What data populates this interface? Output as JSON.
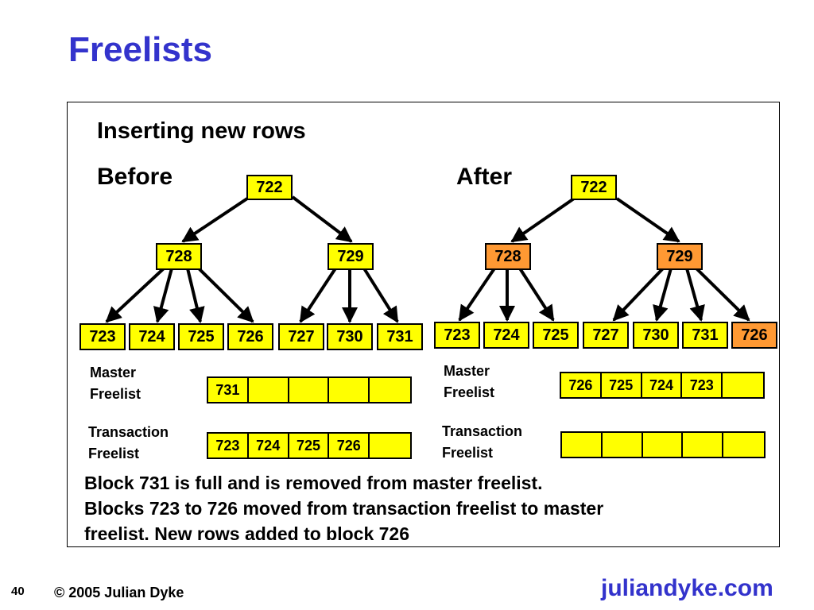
{
  "title": "Freelists",
  "subtitle": "Inserting new rows",
  "before": {
    "heading": "Before",
    "root": "722",
    "branches": [
      "728",
      "729"
    ],
    "leaves": [
      "723",
      "724",
      "725",
      "726",
      "727",
      "730",
      "731"
    ],
    "master_label_1": "Master",
    "master_label_2": "Freelist",
    "master_freelist": [
      "731",
      "",
      "",
      "",
      ""
    ],
    "txn_label_1": "Transaction",
    "txn_label_2": "Freelist",
    "transaction_freelist": [
      "723",
      "724",
      "725",
      "726",
      ""
    ]
  },
  "after": {
    "heading": "After",
    "root": "722",
    "branches": [
      "728",
      "729"
    ],
    "leaves": [
      "723",
      "724",
      "725",
      "727",
      "730",
      "731",
      "726"
    ],
    "master_label_1": "Master",
    "master_label_2": "Freelist",
    "master_freelist": [
      "726",
      "725",
      "724",
      "723",
      ""
    ],
    "txn_label_1": "Transaction",
    "txn_label_2": "Freelist",
    "transaction_freelist": [
      "",
      "",
      "",
      "",
      ""
    ]
  },
  "note": {
    "line1": "Block 731 is full and is removed from master freelist.",
    "line2": "Blocks 723 to 726 moved from transaction freelist to master",
    "line3": "freelist. New rows added to block 726"
  },
  "colors": {
    "node": "#ffff00",
    "moved_node": "#ff9933",
    "title": "#3333cc"
  },
  "footer": {
    "page_number": "40",
    "copyright": "© 2005 Julian Dyke",
    "brand": "juliandyke.com"
  }
}
